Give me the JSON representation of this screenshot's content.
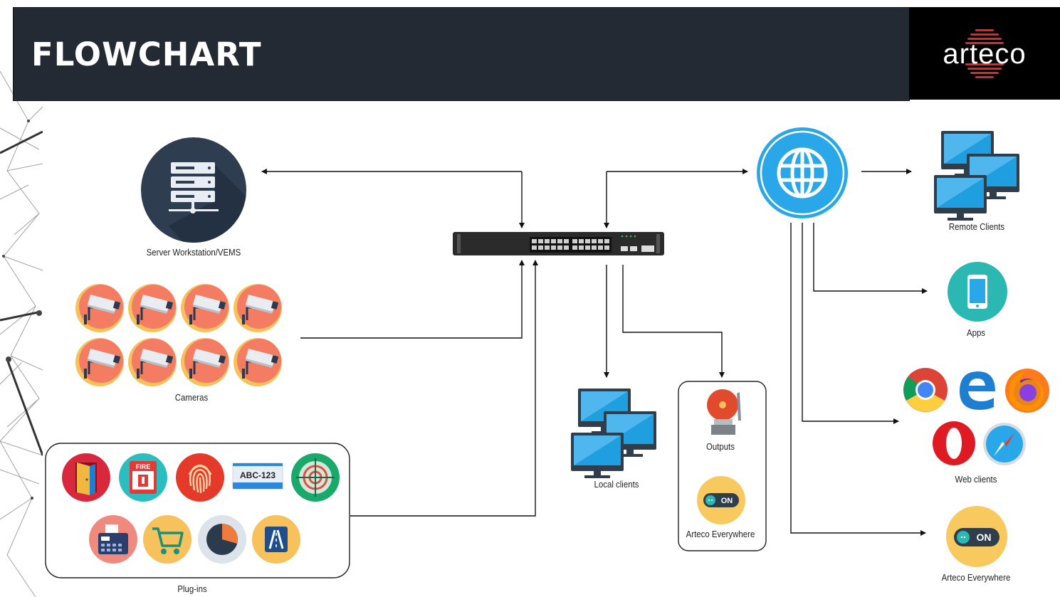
{
  "header": {
    "title": "FLOWCHART",
    "logo_text": "arteco"
  },
  "nodes": {
    "server": "Server Workstation/VEMS",
    "cameras": "Cameras",
    "plugins": "Plug-ins",
    "local_clients": "Local clients",
    "outputs": "Outputs",
    "arteco_everywhere_local": "Arteco Everywhere",
    "remote_clients": "Remote Clients",
    "apps": "Apps",
    "web_clients": "Web clients",
    "arteco_everywhere_remote": "Arteco Everywhere"
  },
  "badges": {
    "plate": "ABC-123",
    "fire": "FIRE",
    "on_local": "ON",
    "on_remote": "ON"
  },
  "colors": {
    "header_bg": "#232a33",
    "camera_bg": "#f47c62",
    "camera_ring": "#f7c15b",
    "globe": "#2aa7e8",
    "apps": "#2bb7b2",
    "monitor": "#1f9fe0",
    "connector": "#111111"
  },
  "icons": {
    "server": "server-icon",
    "switch": "network-switch-icon",
    "internet": "globe-icon",
    "camera": "security-camera-icon",
    "monitor": "monitor-icon",
    "phone": "smartphone-icon",
    "alarm": "alarm-bell-icon",
    "toggle": "toggle-on-icon"
  }
}
